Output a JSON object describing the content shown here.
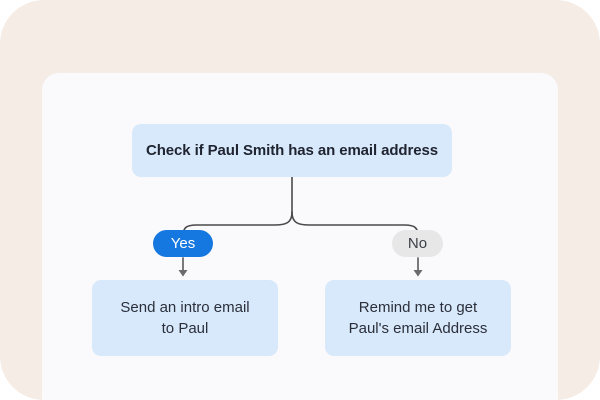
{
  "theme": {
    "outer_background": "#f5ece6",
    "canvas_background": "#faf9fc",
    "node_fill": "#d8e9fb",
    "node_text": "#1f2430",
    "yes_pill_fill": "#1577e0",
    "yes_pill_text": "#ffffff",
    "no_pill_fill": "#e7e7e8",
    "no_pill_text": "#3c3f46",
    "connector_stroke": "#4a4a4a"
  },
  "diagram": {
    "type": "decision-flowchart",
    "root": {
      "label": "Check if Paul Smith has an email address"
    },
    "branches": [
      {
        "badge": "Yes",
        "node_line_1": "Send an intro email",
        "node_line_2": "to Paul"
      },
      {
        "badge": "No",
        "node_line_1": "Remind me to get",
        "node_line_2": "Paul's email Address"
      }
    ]
  }
}
